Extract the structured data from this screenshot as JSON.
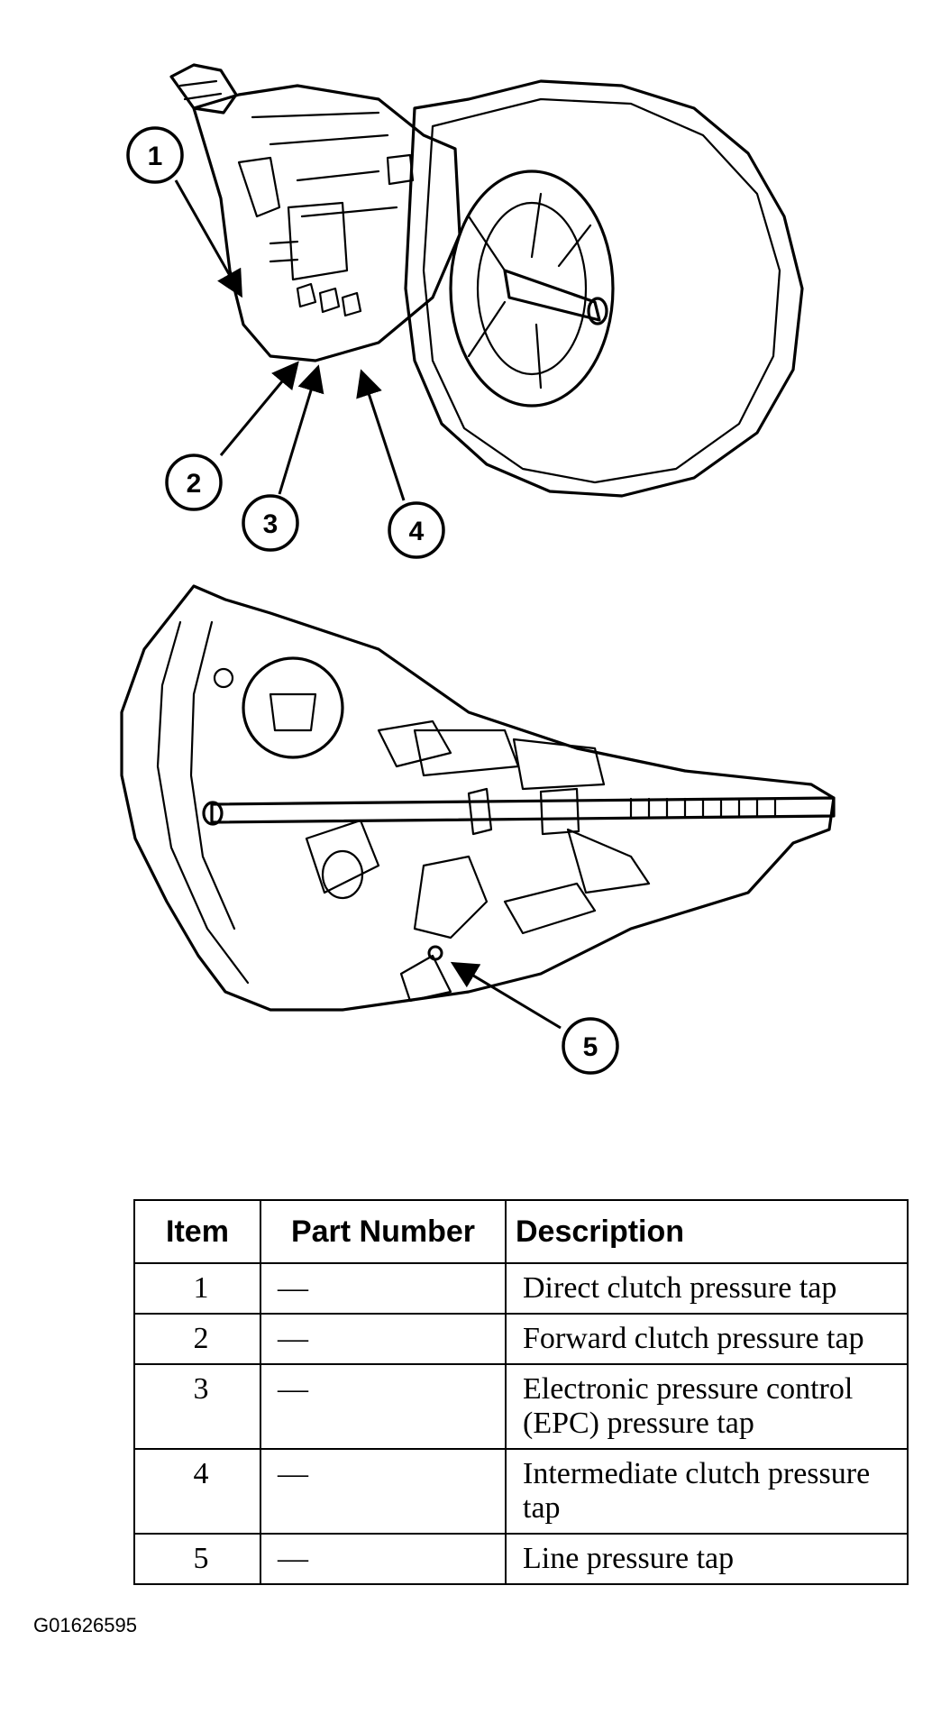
{
  "callouts": [
    "1",
    "2",
    "3",
    "4",
    "5"
  ],
  "table": {
    "headers": {
      "item": "Item",
      "part_number": "Part Number",
      "description": "Description"
    },
    "rows": [
      {
        "item": "1",
        "part_number": "—",
        "description": "Direct clutch pressure tap"
      },
      {
        "item": "2",
        "part_number": "—",
        "description": "Forward clutch pressure tap"
      },
      {
        "item": "3",
        "part_number": "—",
        "description": "Electronic pressure control (EPC) pressure tap"
      },
      {
        "item": "4",
        "part_number": "—",
        "description": "Intermediate clutch pressure tap"
      },
      {
        "item": "5",
        "part_number": "—",
        "description": "Line pressure tap"
      }
    ]
  },
  "figure_code": "G01626595"
}
